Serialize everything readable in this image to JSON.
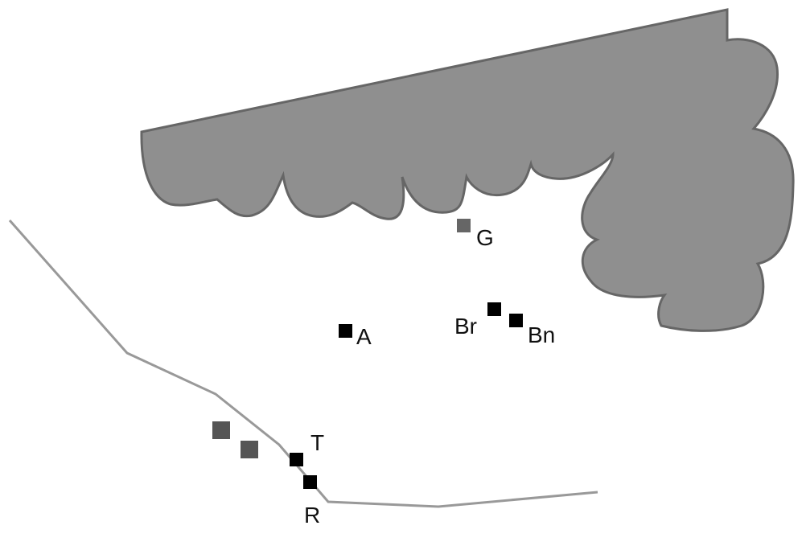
{
  "map": {
    "features": {
      "gray_region": {
        "fill": "#8f8f8f",
        "stroke": "#666666"
      },
      "line": {
        "stroke": "#999999"
      }
    },
    "markers": [
      {
        "id": "G",
        "label": "G",
        "color": "#666666"
      },
      {
        "id": "A",
        "label": "A",
        "color": "#000000"
      },
      {
        "id": "Br",
        "label": "Br",
        "color": "#000000"
      },
      {
        "id": "Bn",
        "label": "Bn",
        "color": "#000000"
      },
      {
        "id": "T",
        "label": "T",
        "color": "#000000"
      },
      {
        "id": "R",
        "label": "R",
        "color": "#000000"
      },
      {
        "id": "unlabeled-1",
        "label": "",
        "color": "#555555"
      },
      {
        "id": "unlabeled-2",
        "label": "",
        "color": "#555555"
      }
    ]
  }
}
